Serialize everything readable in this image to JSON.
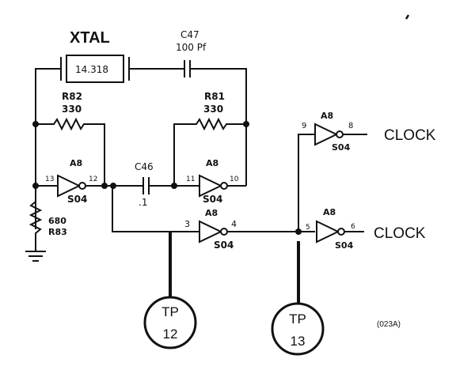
{
  "title_xtal": "XTAL",
  "xtal_value": "14.318",
  "c47": {
    "ref": "C47",
    "value": "100 Pf"
  },
  "r82": {
    "ref": "R82",
    "value": "330"
  },
  "r81": {
    "ref": "R81",
    "value": "330"
  },
  "r83": {
    "ref": "R83",
    "value": "680"
  },
  "c46": {
    "ref": "C46",
    "value": ".1"
  },
  "gates": [
    {
      "chip": "A8",
      "type": "S04",
      "pin_in": "13",
      "pin_out": "12"
    },
    {
      "chip": "A8",
      "type": "S04",
      "pin_in": "11",
      "pin_out": "10"
    },
    {
      "chip": "A8",
      "type": "S04",
      "pin_in": "3",
      "pin_out": "4"
    },
    {
      "chip": "A8",
      "type": "S04",
      "pin_in": "9",
      "pin_out": "8"
    },
    {
      "chip": "A8",
      "type": "S04",
      "pin_in": "5",
      "pin_out": "6"
    }
  ],
  "outputs": [
    "CLOCK",
    "CLOCK"
  ],
  "test_points": [
    {
      "tp": "TP",
      "num": "12"
    },
    {
      "tp": "TP",
      "num": "13"
    }
  ],
  "figure_id": "(023A)"
}
